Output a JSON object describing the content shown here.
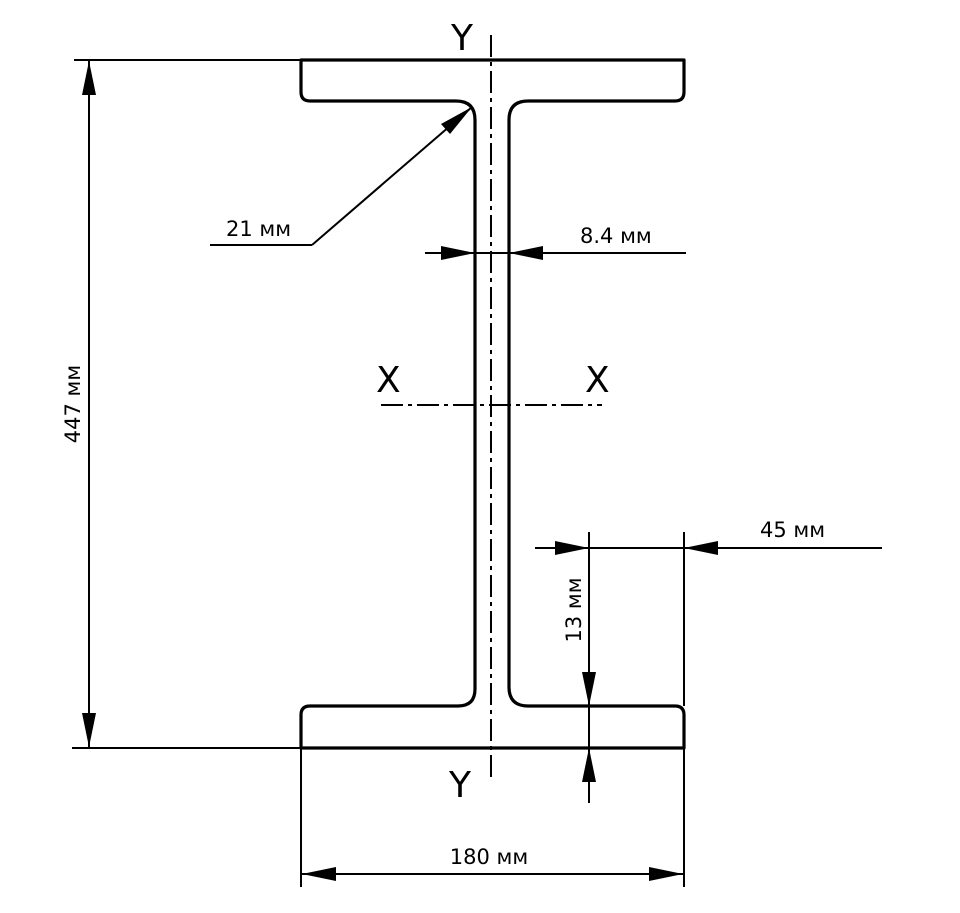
{
  "axes": {
    "y_top": "Y",
    "y_bottom": "Y",
    "x_left": "X",
    "x_right": "X"
  },
  "dimensions": {
    "height": "447 мм",
    "flange_width": "180 мм",
    "web_thickness": "8.4 мм",
    "fillet_radius": "21 мм",
    "half_flange": "45 мм",
    "flange_thickness": "13 мм"
  }
}
